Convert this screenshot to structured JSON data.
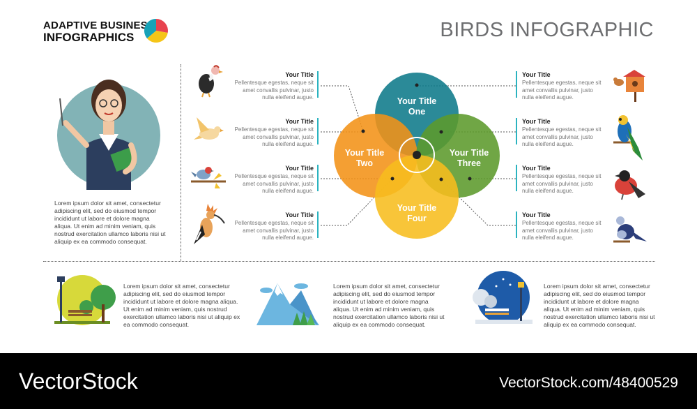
{
  "brand": {
    "line1": "ADAPTIVE BUSINESS",
    "line2": "INFOGRAPHICS"
  },
  "title": "BIRDS INFOGRAPHIC",
  "intro_text": "Lorem ipsum dolor sit amet, consectetur adipiscing elit, sed do eiusmod tempor incididunt ut labore et dolore magna aliqua. Ut enim ad minim veniam, quis nostrud exercitation ullamco laboris nisi ut aliquip ex ea commodo consequat.",
  "circles": [
    {
      "l1": "Your Title",
      "l2": "One",
      "color": "#0e7a8a"
    },
    {
      "l1": "Your Title",
      "l2": "Two",
      "color": "#f39217"
    },
    {
      "l1": "Your Title",
      "l2": "Three",
      "color": "#5c9a2b"
    },
    {
      "l1": "Your Title",
      "l2": "Four",
      "color": "#f7bd1e"
    }
  ],
  "left_items": [
    {
      "title": "Your Title",
      "body": "Pellentesque egestas, neque sit amet convallis pulvinar, justo nulla eleifend augue.",
      "icon": "vulture-icon"
    },
    {
      "title": "Your Title",
      "body": "Pellentesque egestas, neque sit amet convallis pulvinar, justo nulla eleifend augue.",
      "icon": "dove-icon"
    },
    {
      "title": "Your Title",
      "body": "Pellentesque egestas, neque sit amet convallis pulvinar, justo nulla eleifend augue.",
      "icon": "songbird-icon"
    },
    {
      "title": "Your Title",
      "body": "Pellentesque egestas, neque sit amet convallis pulvinar, justo nulla eleifend augue.",
      "icon": "hoopoe-icon"
    }
  ],
  "right_items": [
    {
      "title": "Your Title",
      "body": "Pellentesque egestas, neque sit amet convallis pulvinar, justo nulla eleifend augue.",
      "icon": "birdhouse-icon"
    },
    {
      "title": "Your Title",
      "body": "Pellentesque egestas, neque sit amet convallis pulvinar, justo nulla eleifend augue.",
      "icon": "parrot-icon"
    },
    {
      "title": "Your Title",
      "body": "Pellentesque egestas, neque sit amet convallis pulvinar, justo nulla eleifend augue.",
      "icon": "bullfinch-icon"
    },
    {
      "title": "Your Title",
      "body": "Pellentesque egestas, neque sit amet convallis pulvinar, justo nulla eleifend augue.",
      "icon": "bluebird-icon"
    }
  ],
  "bottom_items": [
    {
      "text": "Lorem ipsum dolor sit amet, consectetur adipiscing elit, sed do eiusmod tempor incididunt ut labore et dolore magna aliqua. Ut enim ad minim veniam, quis nostrud exercitation ullamco laboris nisi ut aliquip ex ea commodo consequat.",
      "icon": "park-icon"
    },
    {
      "text": "Lorem ipsum dolor sit amet, consectetur adipiscing elit, sed do eiusmod tempor incididunt ut labore et dolore magna aliqua. Ut enim ad minim veniam, quis nostrud exercitation ullamco laboris nisi ut aliquip ex ea commodo consequat.",
      "icon": "mountains-icon"
    },
    {
      "text": "Lorem ipsum dolor sit amet, consectetur adipiscing elit, sed do eiusmod tempor incididunt ut labore et dolore magna aliqua. Ut enim ad minim veniam, quis nostrud exercitation ullamco laboris nisi ut aliquip ex ea commodo consequat.",
      "icon": "winter-night-icon"
    }
  ],
  "watermark": {
    "left": "VectorStock",
    "right": "VectorStock.com/48400529"
  },
  "colors": {
    "accent_tick": "#2bb3c0",
    "title_gray": "#6d6e70"
  }
}
